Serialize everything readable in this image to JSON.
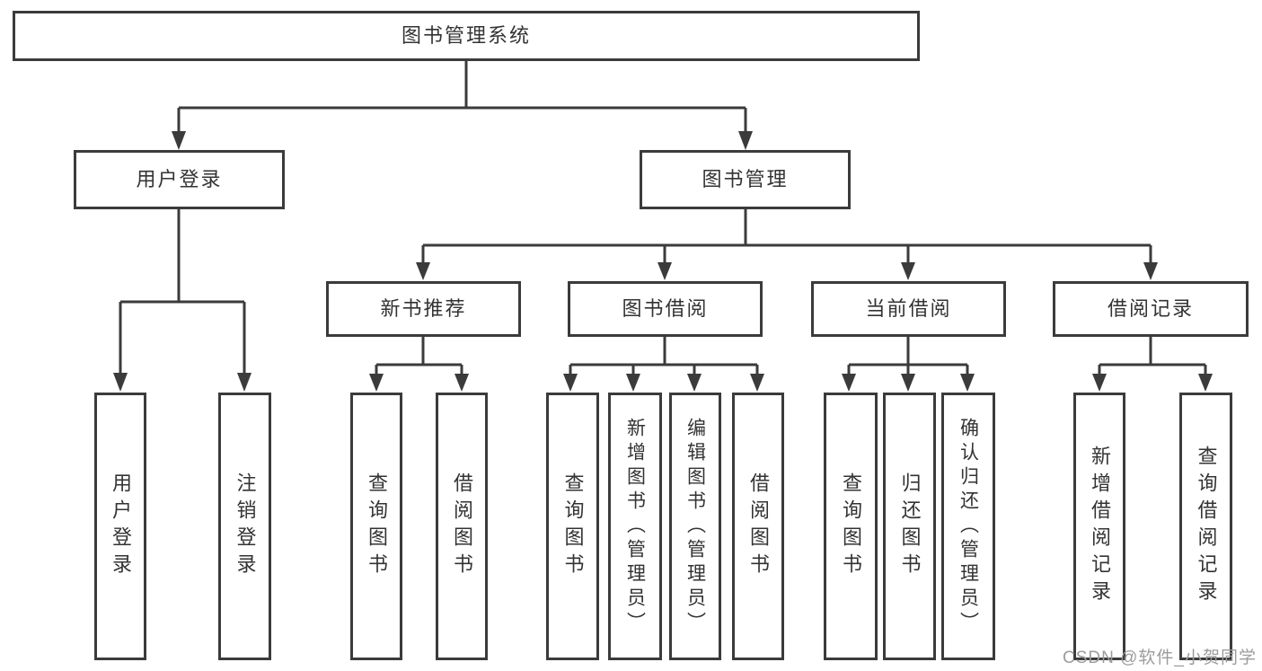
{
  "tree": {
    "root": "图书管理系统",
    "children": [
      {
        "label": "用户登录",
        "children": [
          "用户登录",
          "注销登录"
        ]
      },
      {
        "label": "图书管理",
        "children": [
          {
            "label": "新书推荐",
            "children": [
              "查询图书",
              "借阅图书"
            ]
          },
          {
            "label": "图书借阅",
            "children": [
              "查询图书",
              "新增图书（管理员）",
              "编辑图书（管理员）",
              "借阅图书"
            ]
          },
          {
            "label": "当前借阅",
            "children": [
              "查询图书",
              "归还图书",
              "确认归还（管理员）"
            ]
          },
          {
            "label": "借阅记录",
            "children": [
              "新增借阅记录",
              "查询借阅记录"
            ]
          }
        ]
      }
    ]
  },
  "watermark": "CSDN @软件_小贺同学",
  "colors": {
    "line": "#3b3b3b",
    "text": "#333333",
    "watermark": "#9c9c9c",
    "background": "#ffffff"
  }
}
